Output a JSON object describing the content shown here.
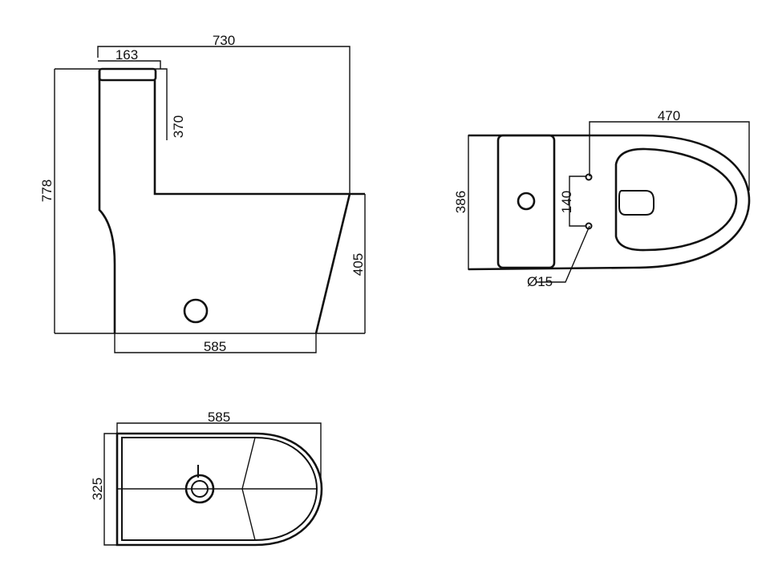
{
  "dimensions": {
    "side_overall_length": "730",
    "side_tank_depth": "163",
    "side_tank_height": "370",
    "side_overall_height": "778",
    "side_bowl_height": "405",
    "side_base_length": "585",
    "top_length": "470",
    "top_width": "386",
    "top_bolt_spacing": "140",
    "top_hole_diameter": "Ø15",
    "bottom_length": "585",
    "bottom_width": "325"
  },
  "colors": {
    "line": "#111111",
    "background": "#ffffff"
  }
}
